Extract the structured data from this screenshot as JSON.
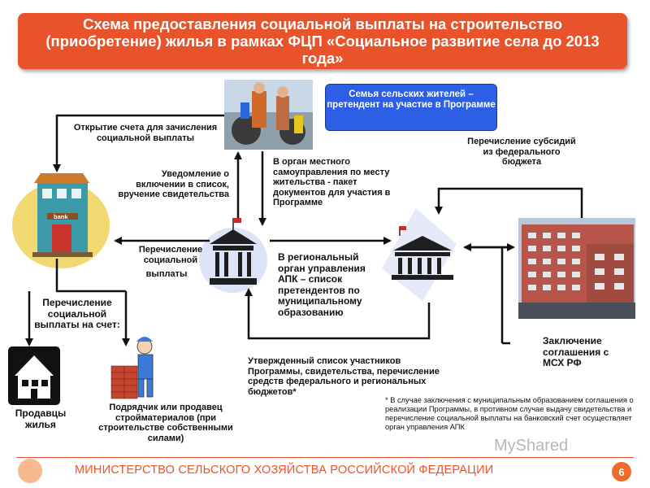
{
  "title": "Схема предоставления социальной выплаты на строительство (приобретение) жилья в рамках ФЦП «Социальное развитие села до 2013 года»",
  "family_box": "Семья сельских жителей – претендент на участие в Программе",
  "bank_sign": "bank",
  "labels": {
    "account_opening": "Открытие счета для зачисления социальной выплаты",
    "notification": "Уведомление о включении в список, вручение свидетельства",
    "to_local_gov": "В орган местного самоуправления по месту жительства - пакет документов для участия в Программе",
    "federal_subsidies": "Перечисление субсидий из федерального бюджета",
    "social_payment_transfer_1": "Перечисление социальной",
    "social_payment_transfer_2": "выплаты",
    "regional_apk": "В региональный орган управления АПК – список претендентов по муниципальному образованию",
    "payment_to_account": "Перечисление социальной выплаты на счет:",
    "approved_list": "Утвержденный список участников Программы, свидетельства, перечисление средств федерального и региональных бюджетов*",
    "agreement_msh": "Заключение соглашения с МСХ РФ",
    "seller": "Продавцы жилья",
    "contractor": "Подрядчик или продавец стройматериалов (при строительстве собственными силами)",
    "footnote": "* В случае заключения с муниципальным образованием соглашения о реализации Программы, в противном случае выдачу свидетельства и перечисление социальной выплаты на банковский счет осуществляет орган управления АПК"
  },
  "footer": "МИНИСТЕРСТВО СЕЛЬСКОГО ХОЗЯЙСТВА РОССИЙСКОЙ ФЕДЕРАЦИИ",
  "page_number": "6",
  "watermark": "MyShared",
  "colors": {
    "accent": "#e8532b",
    "family_box": "#2d5fe6",
    "arrow": "#111111"
  }
}
